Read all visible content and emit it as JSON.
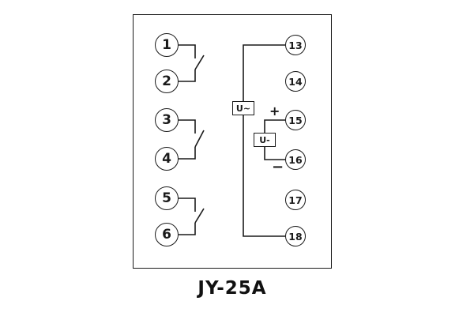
{
  "diagram": {
    "title": "JY-25A",
    "left_terminals": [
      {
        "label": "1"
      },
      {
        "label": "2"
      },
      {
        "label": "3"
      },
      {
        "label": "4"
      },
      {
        "label": "5"
      },
      {
        "label": "6"
      }
    ],
    "right_terminals": [
      {
        "label": "13"
      },
      {
        "label": "14"
      },
      {
        "label": "15"
      },
      {
        "label": "16"
      },
      {
        "label": "17"
      },
      {
        "label": "18"
      }
    ],
    "ac_coil_label": "U~",
    "dc_coil_label": "U-",
    "plus_label": "+",
    "minus_label": "−",
    "line_color": "#1a1a1a"
  }
}
